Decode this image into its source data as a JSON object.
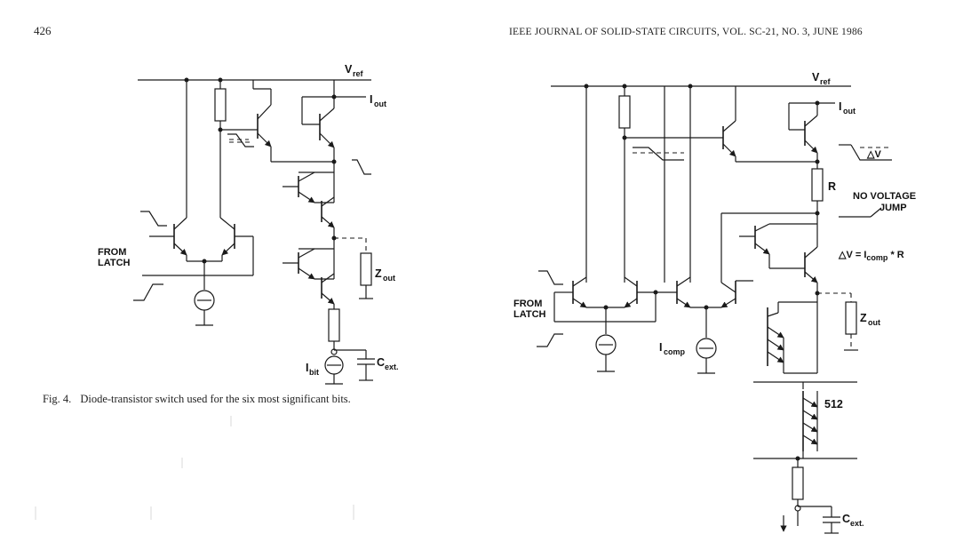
{
  "header": {
    "page_number": "426",
    "running_head": "IEEE JOURNAL OF SOLID-STATE CIRCUITS, VOL. SC-21, NO. 3, JUNE 1986"
  },
  "figure4": {
    "caption_label": "Fig. 4.",
    "caption_text": "Diode-transistor switch used for the six most significant bits.",
    "labels": {
      "vref_main": "V",
      "vref_sub": "ref",
      "iout_main": "I",
      "iout_sub": "out",
      "from": "FROM",
      "latch": "LATCH",
      "zout_main": "Z",
      "zout_sub": "out",
      "ibit_main": "I",
      "ibit_sub": "bit",
      "cext_main": "C",
      "cext_sub": "ext."
    }
  },
  "figure5": {
    "labels": {
      "vref_main": "V",
      "vref_sub": "ref",
      "iout_main": "I",
      "iout_sub": "out",
      "delta_v": "△V",
      "r": "R",
      "no_voltage": "NO VOLTAGE",
      "jump": "JUMP",
      "eq_prefix": "△V = I",
      "eq_sub": "comp",
      "eq_suffix": " * R",
      "from": "FROM",
      "latch": "LATCH",
      "zout_main": "Z",
      "zout_sub": "out",
      "icomp_main": "I",
      "icomp_sub": "comp",
      "count": "512",
      "cext_main": "C",
      "cext_sub": "ext."
    }
  }
}
